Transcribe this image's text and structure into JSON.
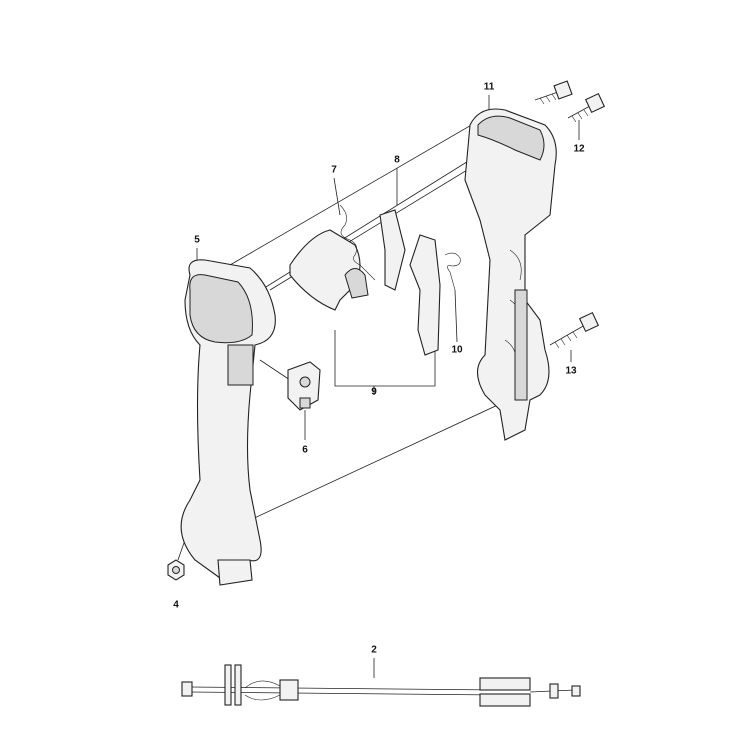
{
  "diagram": {
    "type": "exploded parts diagram",
    "colors": {
      "line": "#222222",
      "part_fill": "#f2f2f2",
      "shade": "#d8d8d8"
    },
    "callouts": [
      {
        "id": "2",
        "part": "cable"
      },
      {
        "id": "4",
        "part": "nut"
      },
      {
        "id": "5",
        "part": "handle-half-left"
      },
      {
        "id": "6",
        "part": "switch"
      },
      {
        "id": "7",
        "part": "spring"
      },
      {
        "id": "8",
        "part": "lever"
      },
      {
        "id": "9",
        "part": "throttle-assembly"
      },
      {
        "id": "10",
        "part": "spring"
      },
      {
        "id": "11",
        "part": "handle-half-right"
      },
      {
        "id": "12",
        "part": "screw"
      },
      {
        "id": "13",
        "part": "screw"
      }
    ]
  }
}
